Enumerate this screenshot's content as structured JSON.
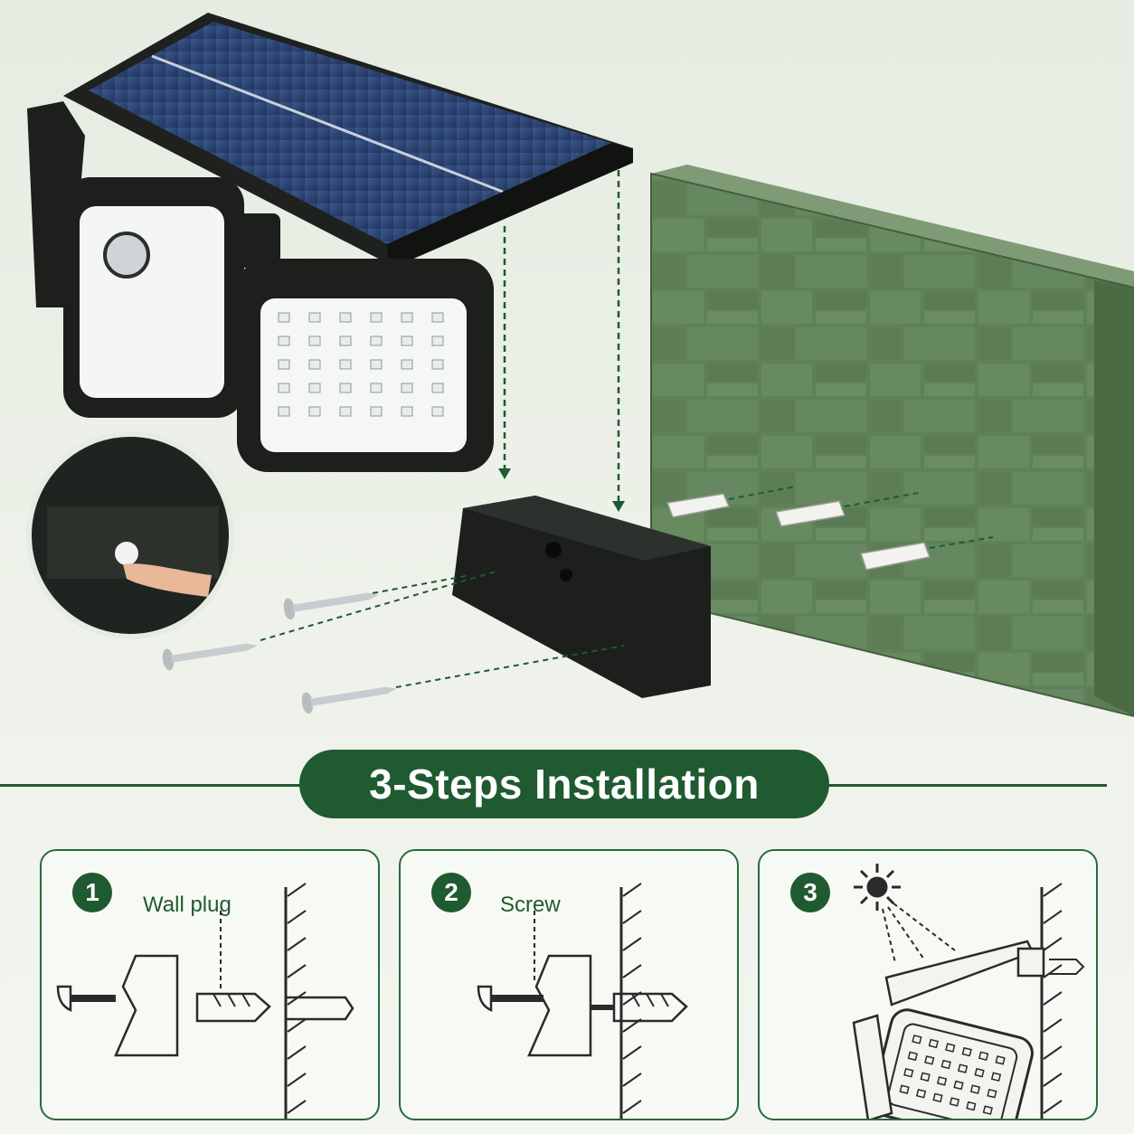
{
  "title": "3-Steps Installation",
  "steps": [
    {
      "number": "1",
      "label": "Wall plug"
    },
    {
      "number": "2",
      "label": "Screw"
    },
    {
      "number": "3",
      "label": ""
    }
  ],
  "colors": {
    "brand_green": "#1f5a30",
    "wall_green": "#5e7e56",
    "product_black": "#1c1f1c",
    "solar_blue": "#2f4a7a"
  }
}
